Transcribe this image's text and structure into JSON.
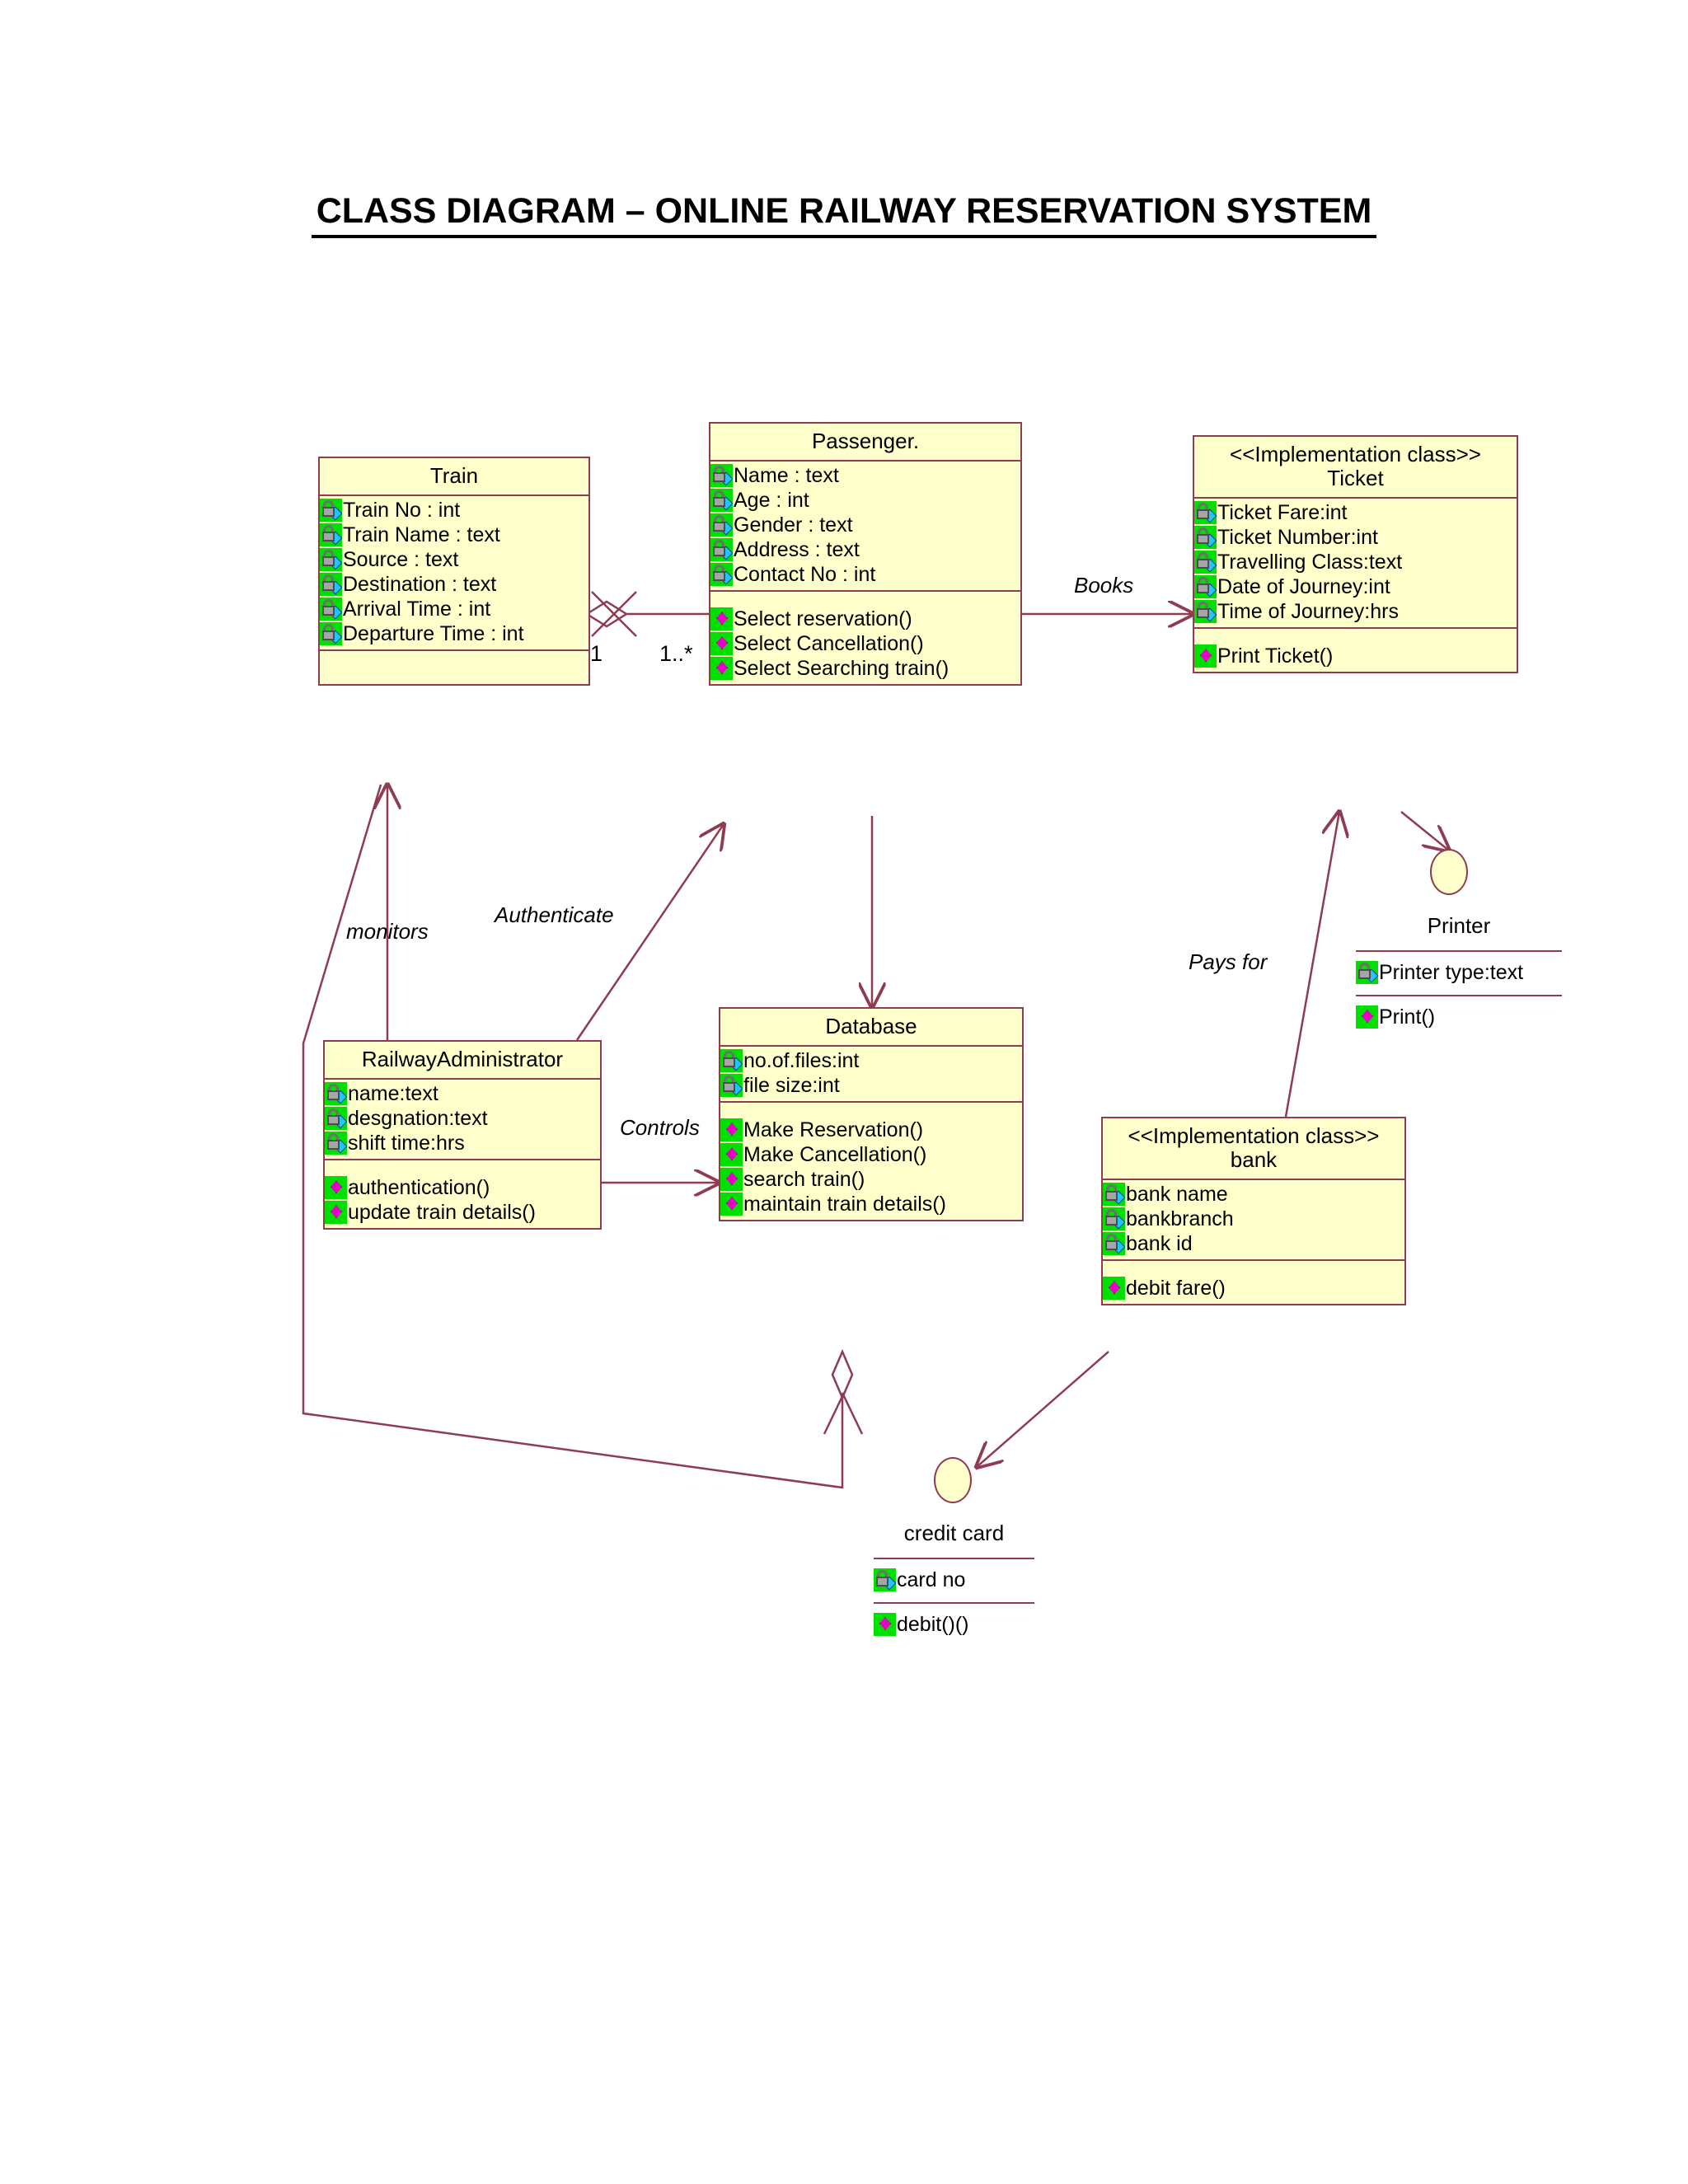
{
  "title": "CLASS DIAGRAM – ONLINE RAILWAY RESERVATION SYSTEM",
  "colors": {
    "class_fill": "#ffffcc",
    "class_border": "#8f3b52",
    "icon_bg": "#00e000",
    "attr_diamond": "#1ec8ff",
    "op_diamond": "#e800c8",
    "connector": "#8f3b52",
    "page_bg": "#ffffff",
    "text": "#000000"
  },
  "classes": {
    "train": {
      "name": "Train",
      "attributes": [
        "Train No : int",
        "Train Name : text",
        "Source : text",
        "Destination : text",
        "Arrival Time : int",
        "Departure Time : int"
      ],
      "operations": []
    },
    "passenger": {
      "name": "Passenger.",
      "attributes": [
        "Name : text",
        "Age : int",
        "Gender : text",
        "Address : text",
        "Contact No : int"
      ],
      "operations": [
        "Select reservation()",
        "Select Cancellation()",
        "Select Searching train()"
      ]
    },
    "ticket": {
      "stereotype": "<<Implementation class>>",
      "name": "Ticket",
      "attributes": [
        "Ticket Fare:int",
        "Ticket Number:int",
        "Travelling Class:text",
        "Date of Journey:int",
        "Time of Journey:hrs"
      ],
      "operations": [
        "Print Ticket()"
      ]
    },
    "railway_administrator": {
      "name": "RailwayAdministrator",
      "attributes": [
        "name:text",
        "desgnation:text",
        "shift time:hrs"
      ],
      "operations": [
        "authentication()",
        "update train details()"
      ]
    },
    "database": {
      "name": "Database",
      "attributes": [
        "no.of.files:int",
        "file size:int"
      ],
      "operations": [
        "Make Reservation()",
        "Make Cancellation()",
        "search train()",
        "maintain train details()"
      ]
    },
    "bank": {
      "stereotype": "<<Implementation class>>",
      "name": "bank",
      "attributes": [
        "bank name",
        "bankbranch",
        "bank id"
      ],
      "operations": [
        "debit fare()"
      ]
    },
    "printer": {
      "name": "Printer",
      "attributes": [
        "Printer type:text"
      ],
      "operations": [
        "Print()"
      ]
    },
    "credit_card": {
      "name": "credit card",
      "attributes": [
        "card no"
      ],
      "operations": [
        "debit()()"
      ]
    }
  },
  "relationships": [
    {
      "id": "books",
      "label": "Books",
      "from": "passenger",
      "to": "ticket",
      "kind": "directed-association"
    },
    {
      "id": "monitors",
      "label": "monitors",
      "from": "railway_administrator",
      "to": "train",
      "kind": "directed-association"
    },
    {
      "id": "authenticate",
      "label": "Authenticate",
      "from": "railway_administrator",
      "to": "passenger",
      "kind": "directed-association"
    },
    {
      "id": "controls",
      "label": "Controls",
      "from": "railway_administrator",
      "to": "database",
      "kind": "directed-association"
    },
    {
      "id": "pays-for",
      "label": "Pays for",
      "from": "bank",
      "to": "ticket",
      "kind": "directed-association"
    },
    {
      "id": "train-passenger",
      "label": "",
      "from": "train",
      "to": "passenger",
      "kind": "aggregation"
    },
    {
      "id": "passenger-database",
      "label": "",
      "from": "passenger",
      "to": "database",
      "kind": "directed-association"
    },
    {
      "id": "train-database",
      "label": "",
      "from": "train",
      "to": "database",
      "kind": "aggregation"
    },
    {
      "id": "ticket-printer",
      "label": "",
      "from": "ticket",
      "to": "printer",
      "kind": "directed-association"
    },
    {
      "id": "bank-creditcard",
      "label": "",
      "from": "bank",
      "to": "credit_card",
      "kind": "directed-association"
    }
  ],
  "multiplicities": {
    "train_end": "1",
    "passenger_end": "1..*"
  }
}
